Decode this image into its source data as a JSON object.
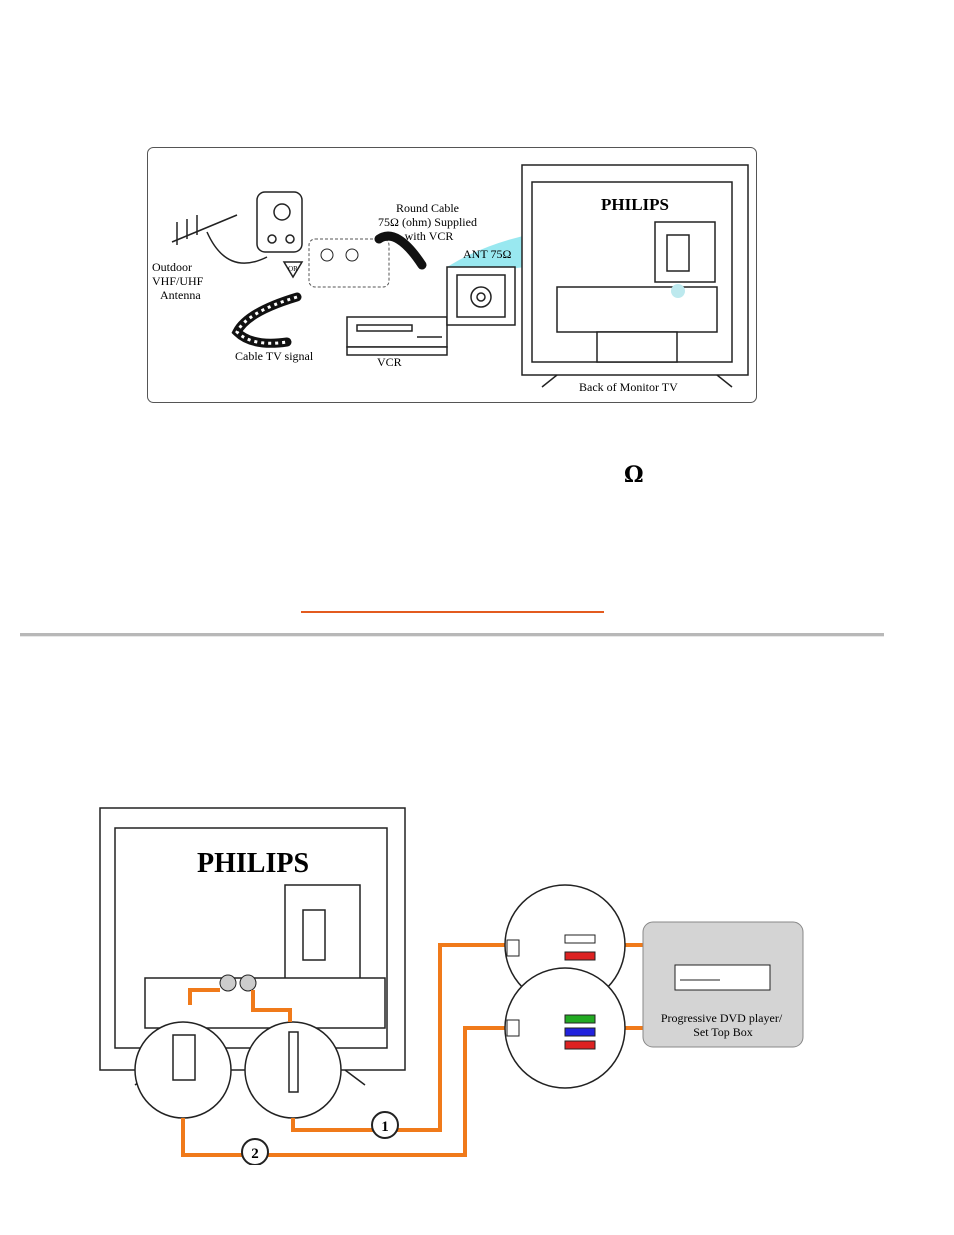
{
  "figure1": {
    "labels": {
      "antenna": [
        "Outdoor",
        "VHF/UHF",
        "Antenna"
      ],
      "round_cable": [
        "Round Cable",
        "75Ω (ohm) Supplied",
        "with VCR"
      ],
      "ant": "ANT 75Ω",
      "cable_tv": "Cable TV signal",
      "vcr": "VCR",
      "back": "Back of  Monitor TV",
      "brand": "PHILIPS",
      "splitter": "OR"
    }
  },
  "omega_symbol": "Ω",
  "figure2": {
    "brand": "PHILIPS",
    "device": [
      "Progressive DVD player/",
      "Set Top Box"
    ],
    "markers": [
      "1",
      "2"
    ]
  },
  "colors": {
    "cable": "#f07a1a",
    "beam": "#8ee6ee",
    "link": "#e35b1f"
  }
}
